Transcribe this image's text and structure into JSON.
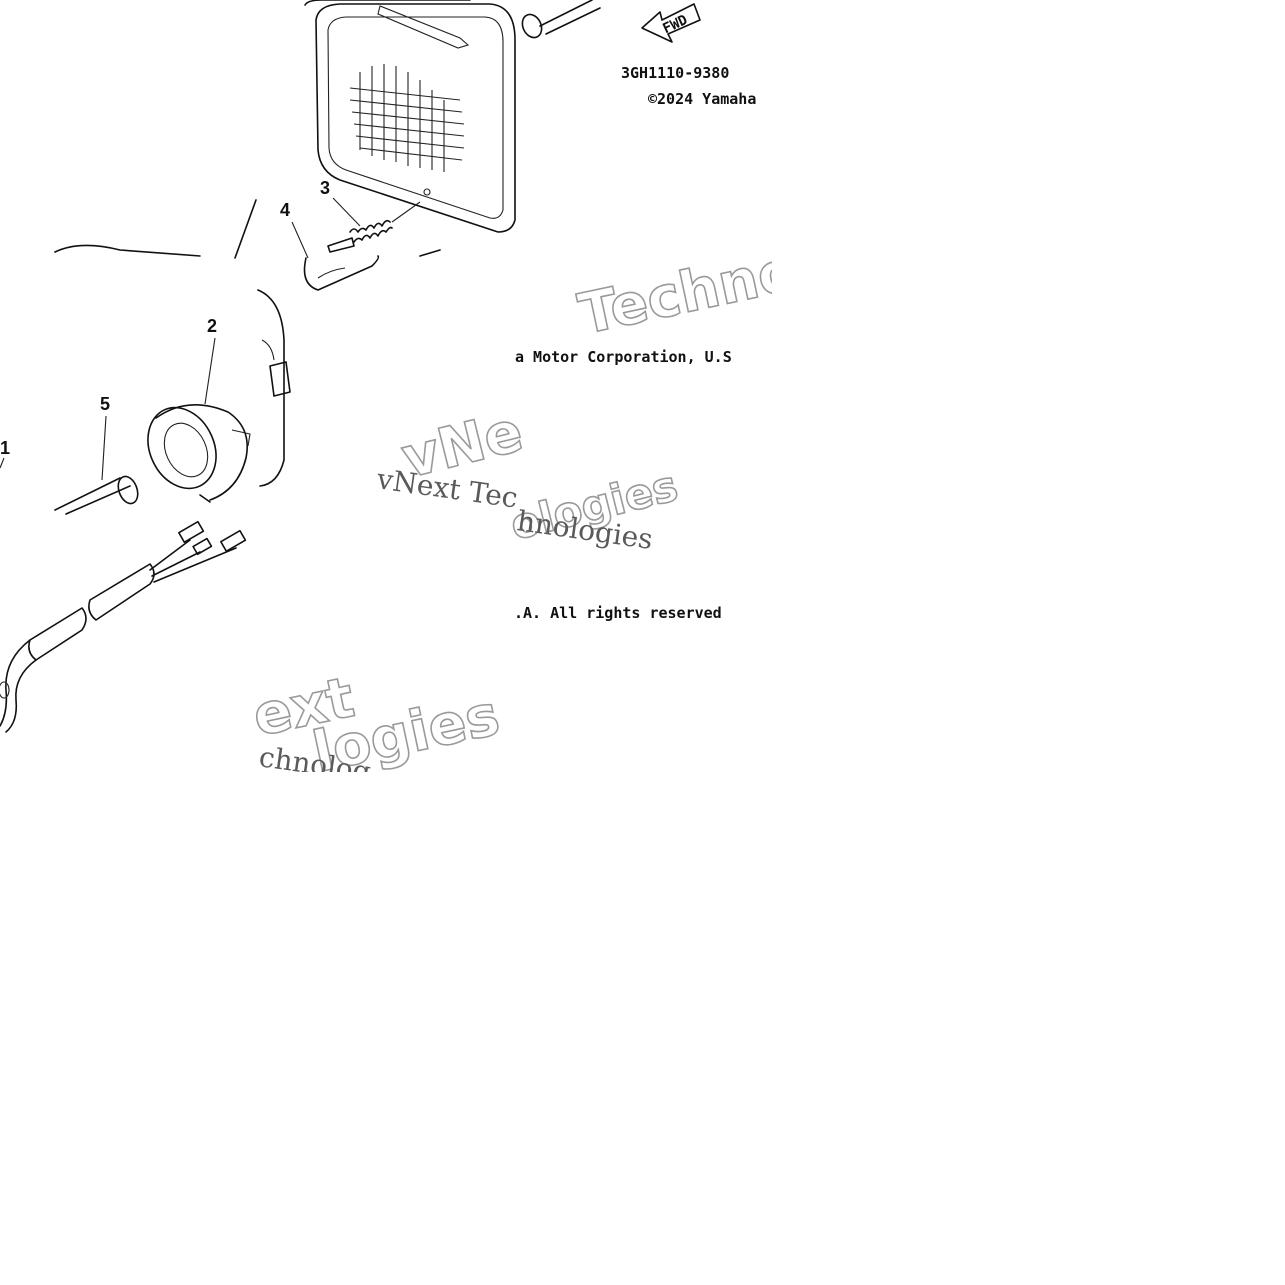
{
  "diagram": {
    "part_code": "3GH1110-9380",
    "fwd_label": "FWD",
    "copyright_line1": "©2024 Yamaha",
    "copyright_line2": "a Motor Corporation, U.S",
    "copyright_line3": ".A. All rights reserved",
    "callouts": [
      "2",
      "3",
      "4",
      "5",
      "1"
    ]
  },
  "watermarks": {
    "w1": "Techno",
    "w2": "vNe",
    "w3": "vNext Tec",
    "w4": "ologies",
    "w5": "hnologies",
    "w6": "ext",
    "w7": "logies",
    "w8": "chnolog"
  }
}
